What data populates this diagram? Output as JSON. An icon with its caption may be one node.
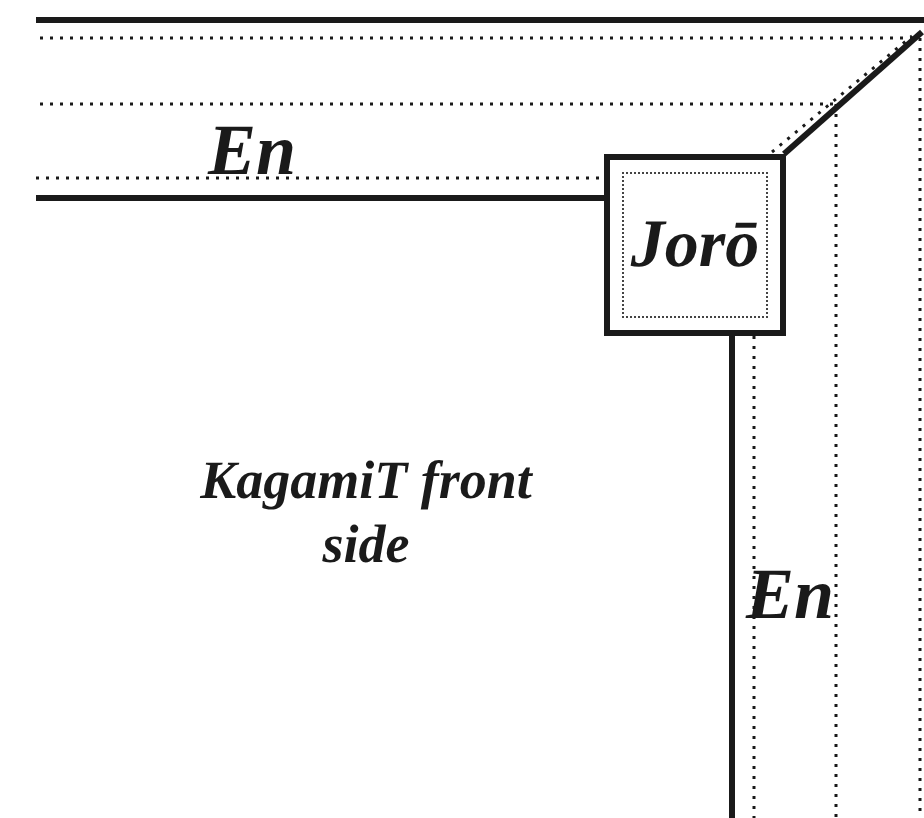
{
  "diagram": {
    "nodes": [
      {
        "text": [
          "Jorō"
        ]
      }
    ],
    "labels": [
      "En",
      "KagamiT front side",
      "En"
    ]
  }
}
